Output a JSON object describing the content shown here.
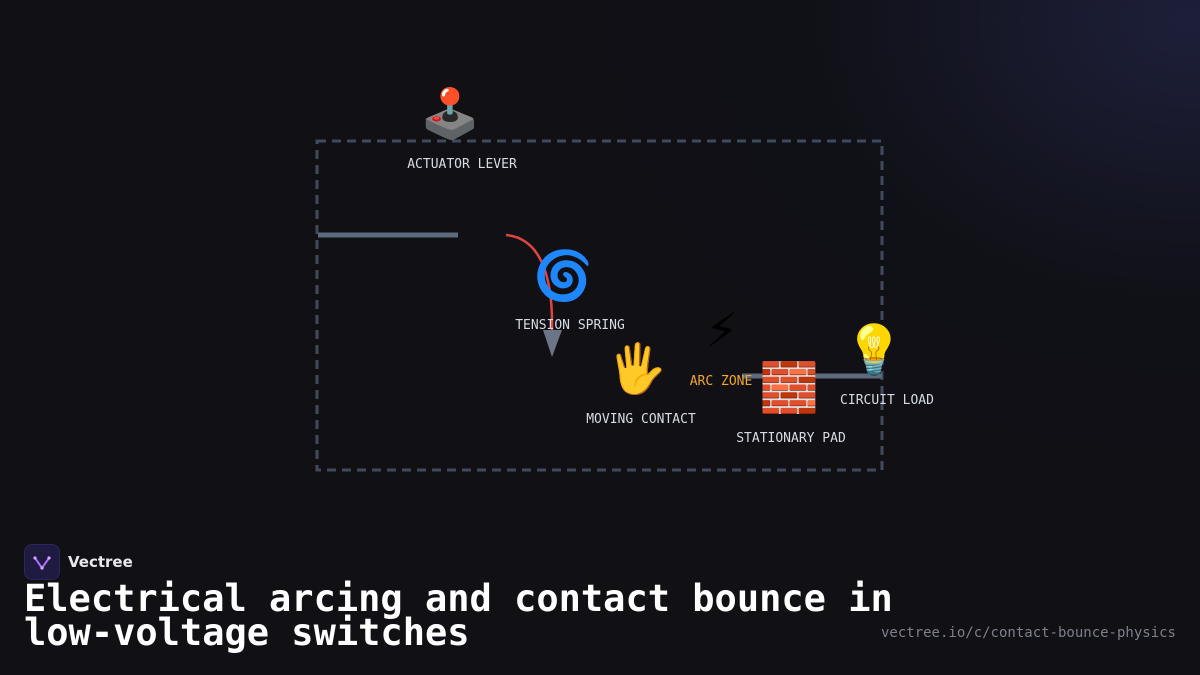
{
  "diagram": {
    "components": {
      "actuator": {
        "label": "ACTUATOR LEVER",
        "icon": "joystick-icon",
        "glyph": "🕹️"
      },
      "spring": {
        "label": "TENSION SPRING",
        "icon": "cyclone-icon",
        "glyph": "🌀"
      },
      "moving_contact": {
        "label": "MOVING CONTACT",
        "icon": "raised-hand-icon",
        "glyph": "🖐"
      },
      "arc": {
        "label": "ARC ZONE",
        "icon": "lightning-icon",
        "glyph": "⚡"
      },
      "pad": {
        "label": "STATIONARY PAD",
        "icon": "brick-icon",
        "glyph": "🧱"
      },
      "load": {
        "label": "CIRCUIT LOAD",
        "icon": "light-bulb-icon",
        "glyph": "💡"
      }
    },
    "colors": {
      "enclosure": "#3f4a5c",
      "rail": "#5b6a7d",
      "spring_path": "#e0443e",
      "arrow": "#6b7585",
      "arc_label": "#f5a623"
    }
  },
  "brand": {
    "name": "Vectree"
  },
  "title": "Electrical arcing and contact bounce in low-voltage switches",
  "url": "vectree.io/c/contact-bounce-physics"
}
